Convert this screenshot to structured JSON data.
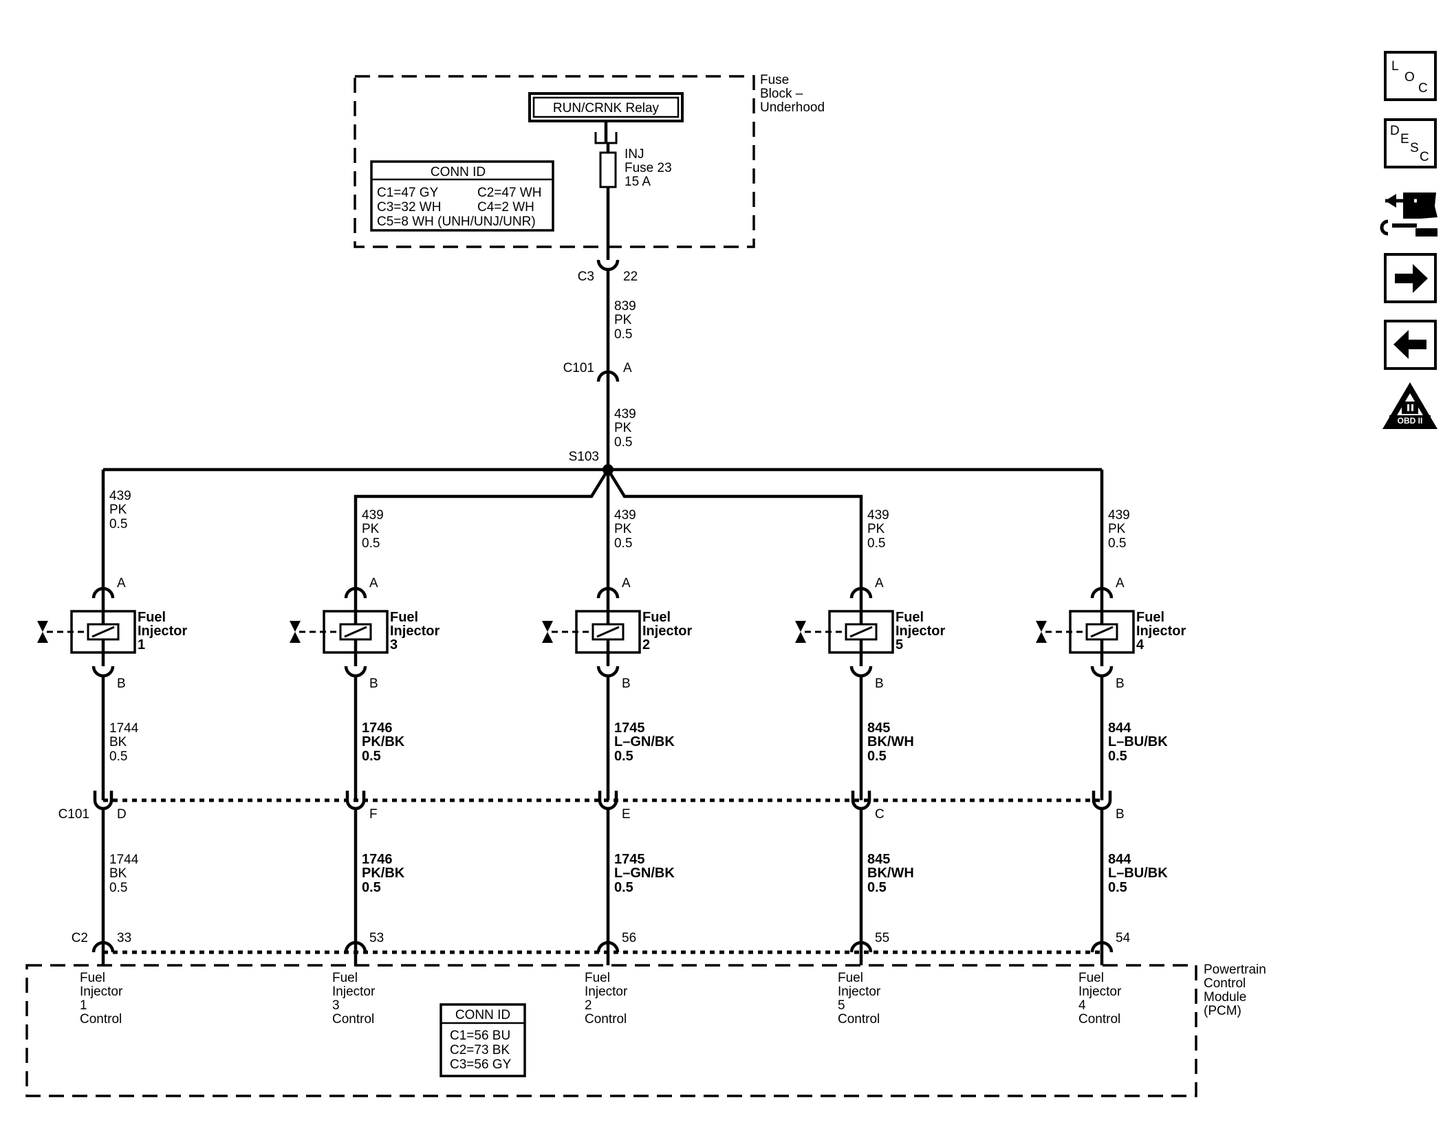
{
  "fuse_block": {
    "title_lines": [
      "Fuse",
      "Block –",
      "Underhood"
    ],
    "relay_label": "RUN/CRNK Relay",
    "fuse_lines": [
      "INJ",
      "Fuse 23",
      "15 A"
    ],
    "conn_id": {
      "title": "CONN ID",
      "rows": [
        "C1=47 GY",
        "C2=47 WH",
        "C3=32 WH",
        "C4=2 WH",
        "C5=8 WH (UNH/UNJ/UNR)"
      ]
    }
  },
  "trunk": {
    "c3_name": "C3",
    "c3_pin": "22",
    "wire1": [
      "839",
      "PK",
      "0.5"
    ],
    "c101_name": "C101",
    "c101_pin": "A",
    "wire2": [
      "439",
      "PK",
      "0.5"
    ],
    "splice": "S103"
  },
  "branches": [
    {
      "top_wire": [
        "439",
        "PK",
        "0.5"
      ],
      "pin_a": "A",
      "pin_b": "B",
      "injector": [
        "Fuel",
        "Injector",
        "1"
      ],
      "mid_wire": [
        "1744",
        "BK",
        "0.5"
      ],
      "c101_pin": "D",
      "low_wire": [
        "1744",
        "BK",
        "0.5"
      ],
      "c2_pin": "33",
      "pcm_label": [
        "Fuel",
        "Injector",
        "1",
        "Control"
      ]
    },
    {
      "top_wire": [
        "439",
        "PK",
        "0.5"
      ],
      "pin_a": "A",
      "pin_b": "B",
      "injector": [
        "Fuel",
        "Injector",
        "3"
      ],
      "mid_wire": [
        "1746",
        "PK/BK",
        "0.5"
      ],
      "c101_pin": "F",
      "low_wire": [
        "1746",
        "PK/BK",
        "0.5"
      ],
      "c2_pin": "53",
      "pcm_label": [
        "Fuel",
        "Injector",
        "3",
        "Control"
      ]
    },
    {
      "top_wire": [
        "439",
        "PK",
        "0.5"
      ],
      "pin_a": "A",
      "pin_b": "B",
      "injector": [
        "Fuel",
        "Injector",
        "2"
      ],
      "mid_wire": [
        "1745",
        "L–GN/BK",
        "0.5"
      ],
      "c101_pin": "E",
      "low_wire": [
        "1745",
        "L–GN/BK",
        "0.5"
      ],
      "c2_pin": "56",
      "pcm_label": [
        "Fuel",
        "Injector",
        "2",
        "Control"
      ]
    },
    {
      "top_wire": [
        "439",
        "PK",
        "0.5"
      ],
      "pin_a": "A",
      "pin_b": "B",
      "injector": [
        "Fuel",
        "Injector",
        "5"
      ],
      "mid_wire": [
        "845",
        "BK/WH",
        "0.5"
      ],
      "c101_pin": "C",
      "low_wire": [
        "845",
        "BK/WH",
        "0.5"
      ],
      "c2_pin": "55",
      "pcm_label": [
        "Fuel",
        "Injector",
        "5",
        "Control"
      ]
    },
    {
      "top_wire": [
        "439",
        "PK",
        "0.5"
      ],
      "pin_a": "A",
      "pin_b": "B",
      "injector": [
        "Fuel",
        "Injector",
        "4"
      ],
      "mid_wire": [
        "844",
        "L–BU/BK",
        "0.5"
      ],
      "c101_pin": "B",
      "low_wire": [
        "844",
        "L–BU/BK",
        "0.5"
      ],
      "c2_pin": "54",
      "pcm_label": [
        "Fuel",
        "Injector",
        "4",
        "Control"
      ]
    }
  ],
  "c101_row_name": "C101",
  "c2_row_name": "C2",
  "pcm": {
    "title_lines": [
      "Powertrain",
      "Control",
      "Module",
      "(PCM)"
    ],
    "conn_id": {
      "title": "CONN ID",
      "rows": [
        "C1=56 BU",
        "C2=73 BK",
        "C3=56 GY"
      ]
    }
  },
  "nav_icons": [
    {
      "name": "loc-icon",
      "glyphs": [
        "L",
        "O",
        "C"
      ]
    },
    {
      "name": "desc-icon",
      "glyphs": [
        "D",
        "E",
        "S",
        "C"
      ]
    },
    {
      "name": "connector-repair-icon"
    },
    {
      "name": "next-arrow-icon"
    },
    {
      "name": "back-arrow-icon"
    },
    {
      "name": "obd-ii-icon",
      "text": "OBD II"
    }
  ]
}
